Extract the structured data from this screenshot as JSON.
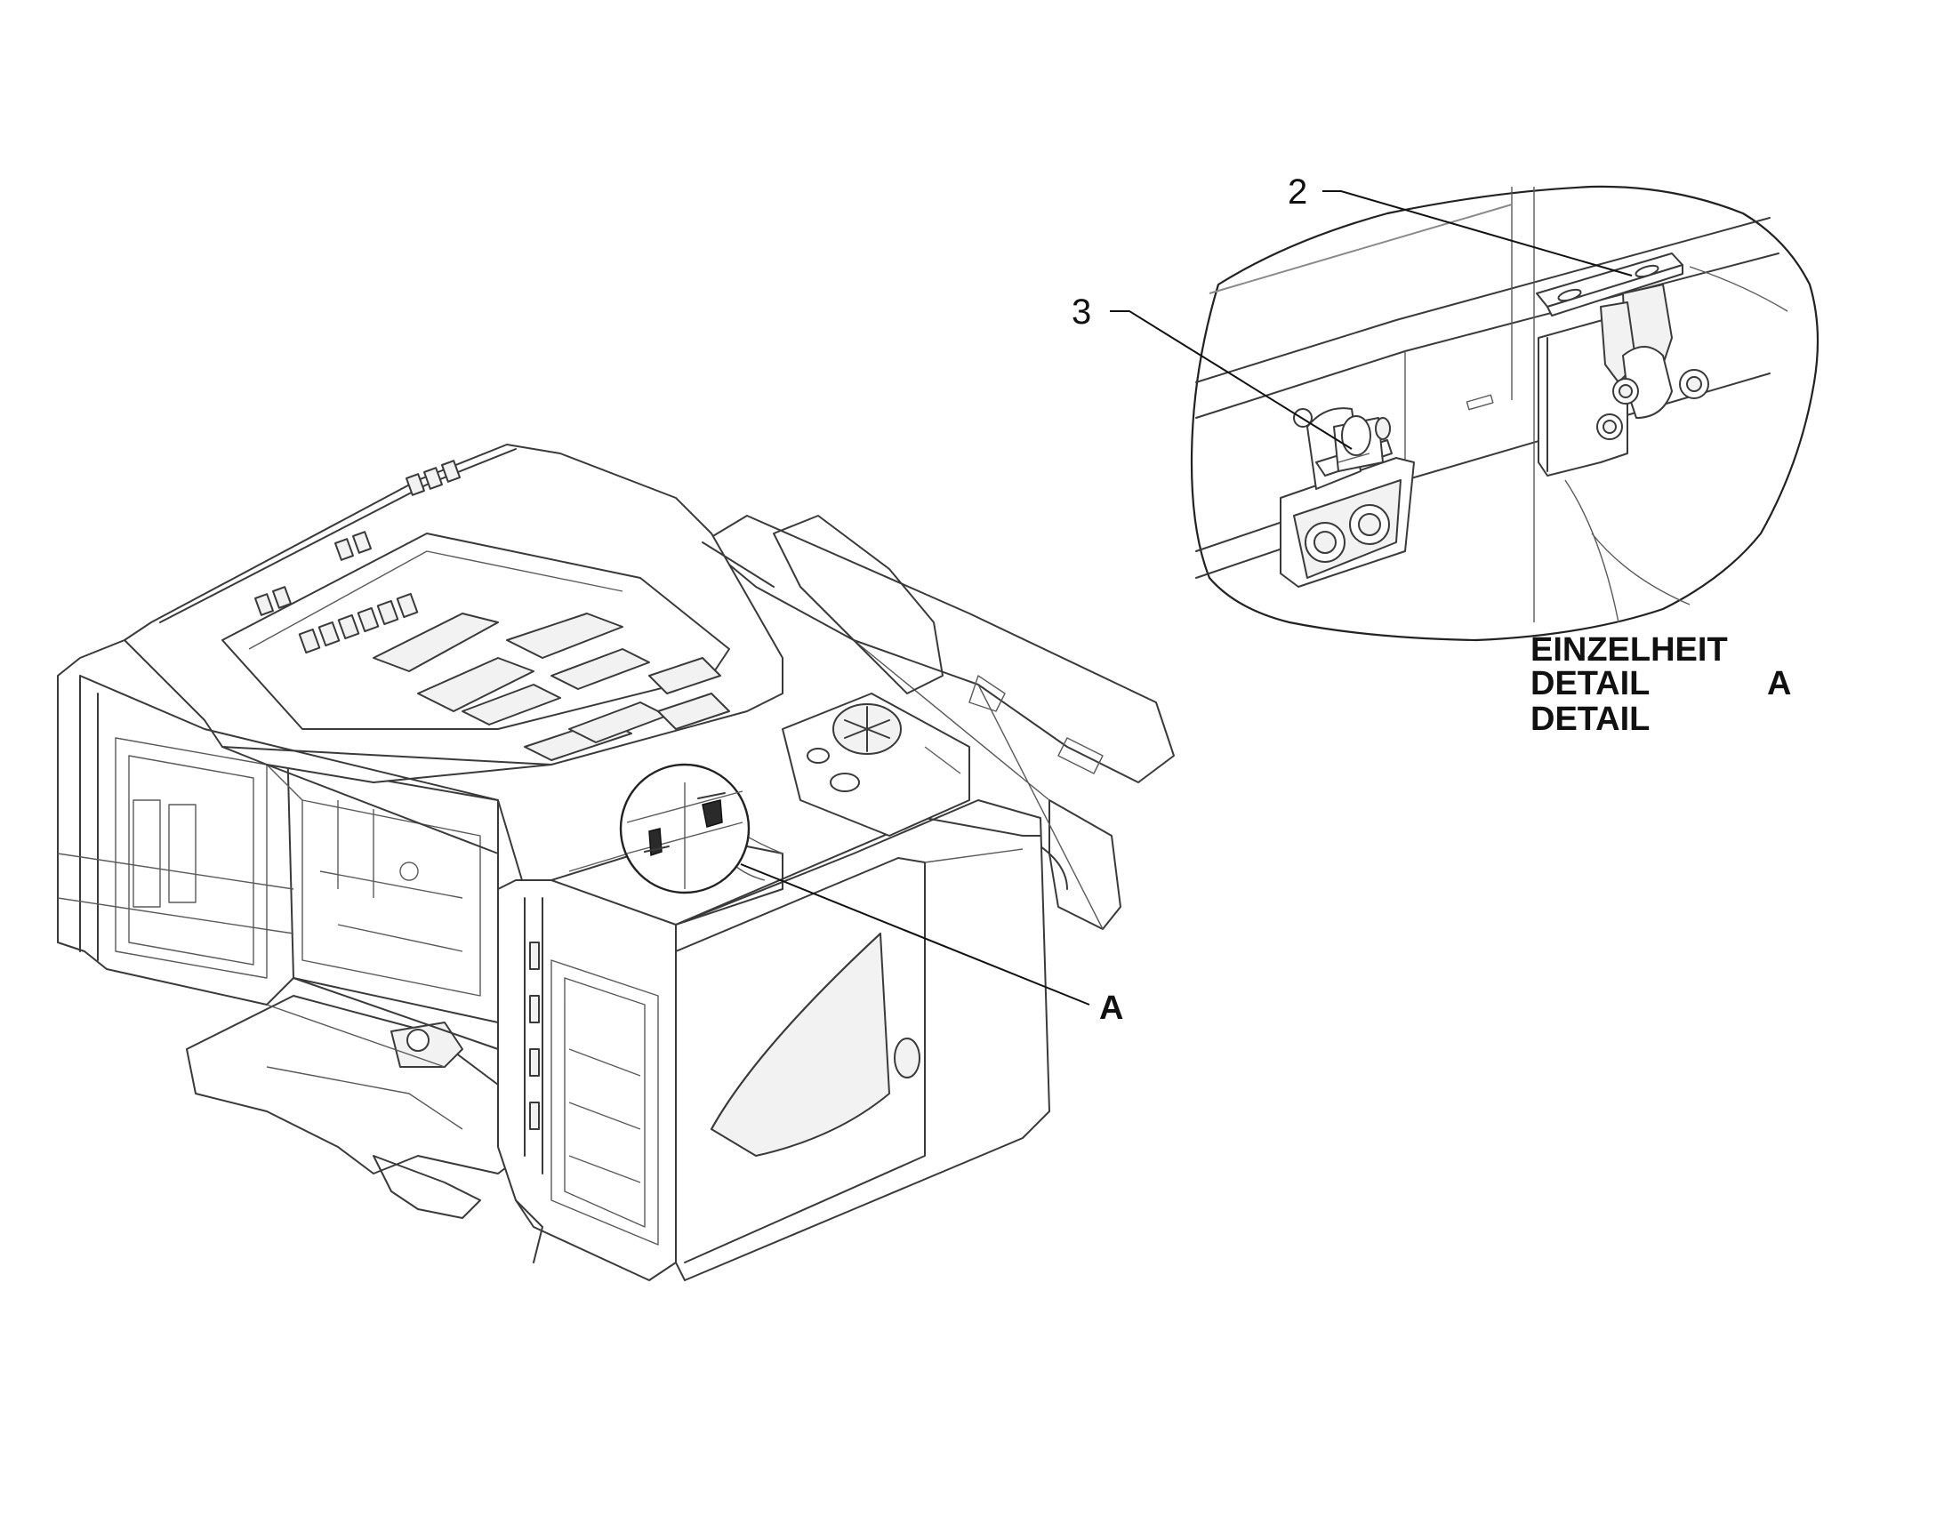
{
  "callouts": {
    "part_2": "2",
    "part_3": "3",
    "detail_ref": "A"
  },
  "detail_caption": {
    "line1": "EINZELHEIT",
    "line2": "DETAIL",
    "line2_ref": "A",
    "line3": "DETAIL"
  }
}
